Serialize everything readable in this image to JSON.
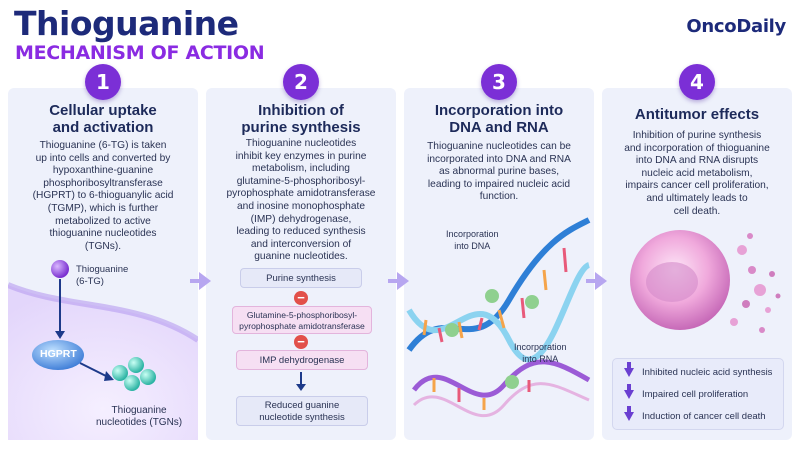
{
  "header": {
    "title": "Thioguanine",
    "subtitle": "MECHANISM OF ACTION",
    "brand": "OncoDaily"
  },
  "colors": {
    "title": "#1d2a7a",
    "subtitle": "#8a2be2",
    "step_circle": "#7b2fd6",
    "panel_bg": "#eef1fb",
    "inhibit": "#e2504a"
  },
  "steps": [
    {
      "number": "1",
      "heading": "Cellular uptake\nand activation",
      "text": "Thioguanine (6-TG) is taken\nup into cells and converted by\nhypoxanthine-guanine\nphosphoribosyltransferase\n(HGPRT) to 6-thioguanylic acid\n(TGMP), which is further\nmetabolized to active\nthioguanine nucleotides\n(TGNs).",
      "drug_label": "Thioguanine\n(6-TG)",
      "enzyme_label": "HGPRT",
      "product_label": "Thioguanine\nnucleotides (TGNs)"
    },
    {
      "number": "2",
      "heading": "Inhibition of\npurine synthesis",
      "text": "Thioguanine nucleotides\ninhibit key enzymes in purine\nmetabolism, including\nglutamine-5-phosphoribosyl-\npyrophosphate amidotransferase\nand inosine monophosphate\n(IMP) dehydrogenase,\nleading to reduced synthesis\nand interconversion of\nguanine nucleotides.",
      "flow": {
        "box1": "Purine synthesis",
        "box2": "Glutamine-5-phosphoribosyl-\npyrophosphate amidotransferase",
        "box3": "IMP dehydrogenase",
        "box4": "Reduced guanine\nnucleotide synthesis",
        "inhibit_symbol": "−"
      }
    },
    {
      "number": "3",
      "heading": "Incorporation into\nDNA and RNA",
      "text": "Thioguanine nucleotides can be\nincorporated into DNA and RNA\nas abnormal purine bases,\nleading to impaired nucleic acid\nfunction.",
      "dna_label": "Incorporation\ninto DNA",
      "rna_label": "Incorporation\ninto RNA"
    },
    {
      "number": "4",
      "heading": "Antitumor effects",
      "text": "Inhibition of purine synthesis\nand incorporation of thioguanine\ninto DNA and RNA disrupts\nnucleic acid metabolism,\nimpairs cancer cell proliferation,\nand ultimately leads to\ncell death.",
      "effects": [
        "Inhibited nucleic acid synthesis",
        "Impaired cell proliferation",
        "Induction of cancer cell death"
      ]
    }
  ]
}
